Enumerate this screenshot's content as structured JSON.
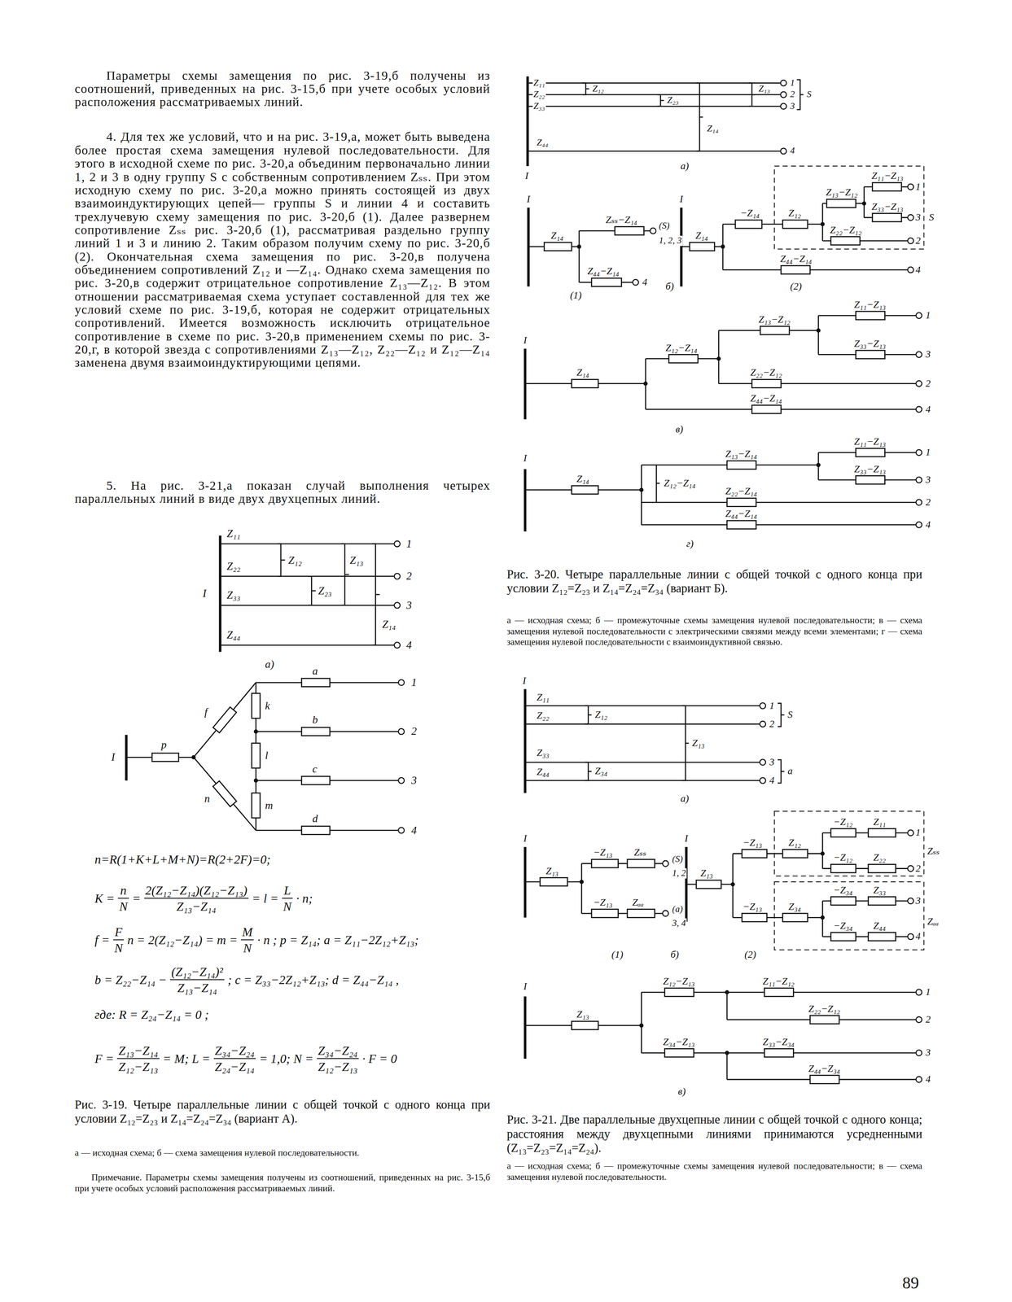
{
  "diagram": {
    "labels": [
      "Параметры схемы замещения по рис. 3-19,б получены из соотношений, приведенных на рис. 3-15,б при учете особых условий расположения рассматриваемых линий.",
      "4. Для тех же условий, что и на рис. 3-19,а, может быть выведена более простая схема замещения нулевой последовательности. Для этого в исходной схеме по рис. 3-20,а объединим первоначально линии 1, 2 и 3 в одну группу S с собственным сопротивлением Zₛₛ. При этом исходную схему по рис. 3-20,а можно принять состоящей из двух взаимоиндуктирующих цепей— группы S и линии 4 и составить трехлучевую схему замещения по рис. 3-20,б (1). Далее развернем сопротивление Zₛₛ рис. 3-20,б (1), рассматривая раздельно группу линий 1 и 3 и линию 2. Таким образом получим схему по рис. 3-20,б (2). Окончательная схема замещения по рис. 3-20,в получена объединением сопротивлений Z₁₂ и —Z₁₄. Однако схема замещения по рис. 3-20,в содержит отрицательное сопротивление Z₁₃—Z₁₂. В этом отношении рассматриваемая схема уступает составленной для тех же условий схеме по рис. 3-19,б, которая не содержит отрицательных сопротивлений. Имеется возможность исключить отрицательное сопротивление в схеме по рис. 3-20,в применением схемы по рис. 3-20,г, в которой звезда с сопротивлениями Z₁₃—Z₁₂, Z₂₂—Z₁₂ и Z₁₂—Z₁₄ заменена двумя взаимоиндуктирующими цепями.",
      "5. На рис. 3-21,а показан случай выполнения четырех параллельных линий в виде двух двухцепных линий.",
      "Z₁₁",
      "I",
      "Z₂₂",
      "Z₁₂",
      "Z₁₃",
      "1",
      "2",
      "Z₃₃",
      "Z₂₃",
      "3",
      "Z₁₄",
      "Z₄₄",
      "4",
      "а)",
      "a",
      "1",
      "k",
      "f",
      "b",
      "2",
      "I",
      "p",
      "l",
      "c",
      "3",
      "n",
      "m",
      "d",
      "4",
      "n=R(1+K+L+M+N)=R(2+2F)=0;",
      "K =",
      "n",
      "N",
      "=",
      "2(Z₁₂−Z₁₄)(Z₁₂−Z₁₃)",
      "Z₁₃−Z₁₄",
      "= l =",
      "L",
      "N",
      "· n;",
      "f =",
      "F",
      "N",
      "n = 2(Z₁₂−Z₁₄) = m =",
      "M",
      "N",
      "· n ; p = Z₁₄; a = Z₁₁−2Z₁₂+Z₁₃;",
      "b = Z₂₂−Z₁₄ −",
      "(Z₁₂−Z₁₄)²",
      "Z₁₃−Z₁₄",
      "; c = Z₃₃−2Z₁₂+Z₁₃; d = Z₄₄−Z₁₄ ,",
      "где: R = Z₂₄−Z₁₄ = 0 ;",
      "F =",
      "Z₁₃−Z₁₄",
      "Z₁₂−Z₁₃",
      "= M; L =",
      "Z₃₄−Z₂₄",
      "Z₂₄−Z₁₄",
      "= 1,0; N =",
      "Z₃₄−Z₂₄",
      "Z₁₂−Z₁₃",
      "· F = 0",
      "Рис. 3-19. Четыре параллельные линии с общей точкой с одного конца при условии Z₁₂=Z₂₃ и Z₁₄=Z₂₄=Z₃₄ (вариант А).",
      "а — исходная схема; б — схема замещения нулевой последовательности.",
      "Примечание. Параметры схемы замещения получены из соотношений, приведенных на рис. 3-15,б при учете особых условий расположения рассматриваемых линий.",
      "Z₁₁",
      "Z₂₂",
      "Z₃₃",
      "Z₁₂",
      "Z₂₃",
      "Z₁₃",
      "1",
      "2",
      "3",
      "S",
      "Z₁₄",
      "Z₄₄",
      "4",
      "а)",
      "I",
      "I",
      "Z₁₄",
      "Zₛₛ−Z₁₄",
      "(S)",
      "1, 2, 3",
      "Z₄₄−Z₁₄",
      "4",
      "(1)",
      "I",
      "Z₁₄",
      "−Z₁₄",
      "Z₁₂",
      "Z₁₃−Z₁₂",
      "Z₁₁−Z₁₃",
      "1",
      "Z₃₃−Z₁₃",
      "3",
      "S",
      "Z₂₂−Z₁₂",
      "2",
      "Z₄₄−Z₁₄",
      "4",
      "(2)",
      "б)",
      "I",
      "Z₁₄",
      "Z₁₂−Z₁₄",
      "Z₁₃−Z₁₂",
      "Z₁₁−Z₁₃",
      "1",
      "Z₃₃−Z₁₃",
      "3",
      "Z₂₂−Z₁₂",
      "2",
      "Z₄₄−Z₁₄",
      "4",
      "в)",
      "I",
      "Z₁₄",
      "Z₁₃−Z₁₄",
      "Z₁₁−Z₁₃",
      "1",
      "Z₃₃−Z₁₃",
      "3",
      "Z₁₂−Z₁₄",
      "Z₂₂−Z₁₄",
      "2",
      "Z₄₄−Z₁₄",
      "4",
      "г)",
      "Рис. 3-20. Четыре параллельные линии с общей точкой с одного конца при условии Z₁₂=Z₂₃ и Z₁₄=Z₂₄=Z₃₄ (вариант Б).",
      "а — исходная схема; б — промежуточные схемы замещения нулевой последовательности; в — схема замещения нулевой последовательности с электрическими связями между всеми элементами; г — схема замещения нулевой последовательности с взаимоиндуктивной связью.",
      "I",
      "Z₁₁",
      "1",
      "Z₂₂",
      "Z₁₂",
      "2",
      "S",
      "Z₁₃",
      "Z₃₃",
      "3",
      "Z₄₄",
      "Z₃₄",
      "4",
      "a",
      "а)",
      "I",
      "Z₁₃",
      "−Z₁₃",
      "Zₛₛ",
      "(S)",
      "1, 2",
      "−Z₁₃",
      "Zₐₐ",
      "(a)",
      "3, 4",
      "(1)",
      "I",
      "Z₁₃",
      "−Z₁₃",
      "Z₁₂",
      "−Z₁₂",
      "Z₁₁",
      "1",
      "−Z₁₂",
      "Z₂₂",
      "2",
      "Zₛₛ",
      "−Z₁₃",
      "Z₃₄",
      "−Z₃₄",
      "Z₃₃",
      "3",
      "−Z₃₄",
      "Z₄₄",
      "4",
      "Zₐₐ",
      "(2)",
      "б)",
      "I",
      "Z₁₃",
      "Z₁₂−Z₁₃",
      "Z₁₁−Z₁₂",
      "1",
      "Z₂₂−Z₁₂",
      "2",
      "Z₃₄−Z₁₃",
      "Z₃₃−Z₃₄",
      "3",
      "Z₄₄−Z₃₄",
      "4",
      "в)",
      "Рис. 3-21. Две параллельные двухцепные линии с общей точкой с одного конца; расстояния между двухцепными линиями принимаются усредненными (Z₁₃=Z₂₃=Z₁₄=Z₂₄).",
      "а — исходная схема; б — промежуточные схемы замещения нулевой последовательности; в — схема замещения нулевой последовательности.",
      "89"
    ]
  }
}
